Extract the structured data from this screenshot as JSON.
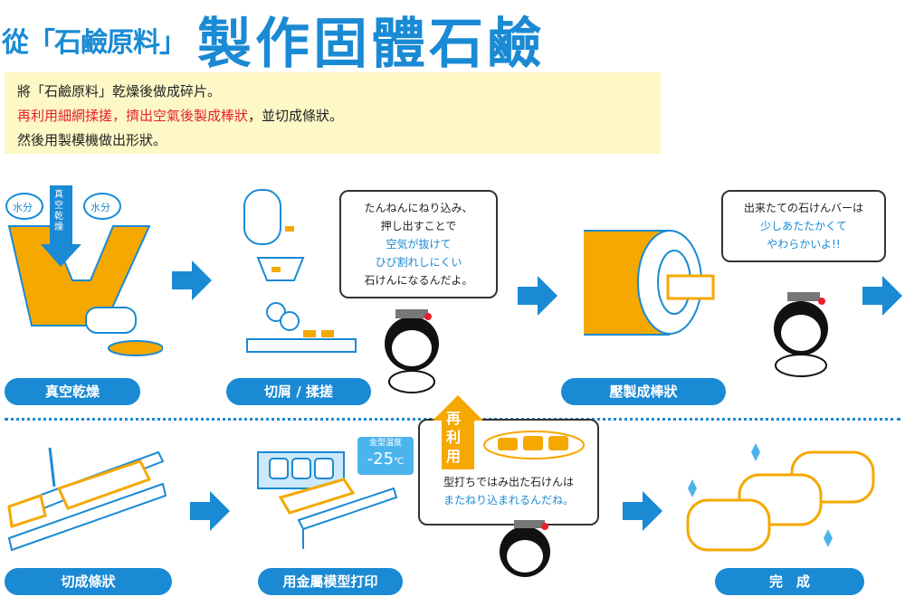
{
  "title": {
    "prefix": "從「石鹼原料」",
    "main": "製作固體石鹼"
  },
  "intro": {
    "line1": "將「石鹼原料」乾燥後做成碎片。",
    "line2_red": "再利用細網揉搓，擠出空氣後製成棒狀",
    "line2_rest": "，並切成條狀。",
    "line3": "然後用製模機做出形狀。"
  },
  "steps": {
    "s1": "真空乾燥",
    "s2": "切屑 / 揉搓",
    "s3": "壓製成棒狀",
    "s4": "切成條狀",
    "s5": "用金屬模型打印",
    "s6": "完　成"
  },
  "illus": {
    "water1": "水分",
    "water2": "水分",
    "vacuum": "真空乾燥",
    "mold_temp_label": "金型温度",
    "mold_temp": "-25",
    "mold_unit": "℃",
    "reuse": "再利用"
  },
  "bubble1": {
    "l1": "たんねんにねり込み、",
    "l2": "押し出すことで",
    "l3": "空気が抜けて",
    "l4": "ひび割れしにくい",
    "l5": "石けんになるんだよ。"
  },
  "bubble2": {
    "l1": "出来たての石けんバーは",
    "l2": "少しあたたかくて",
    "l3": "やわらかいよ!!"
  },
  "bubble3": {
    "l1": "型打ちではみ出た石けんは",
    "l2": "またねり込まれるんだね。"
  },
  "colors": {
    "blue": "#1a8ad4",
    "orange": "#f5a800",
    "yellow_bg": "#fdf8c6",
    "red": "#e8202a"
  }
}
